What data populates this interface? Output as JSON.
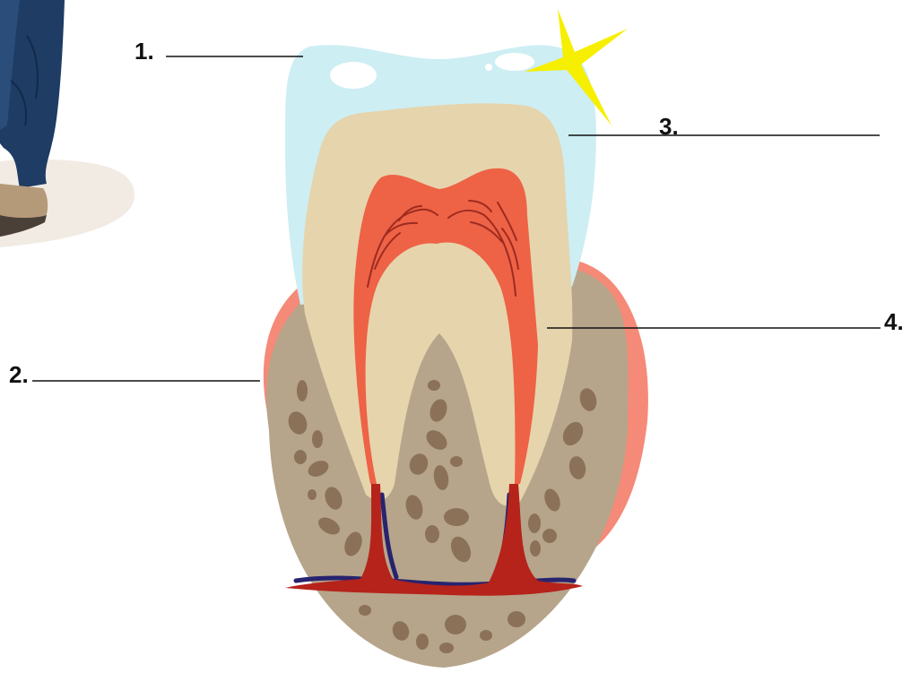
{
  "labels": [
    {
      "id": "1",
      "text": "1."
    },
    {
      "id": "2",
      "text": "2."
    },
    {
      "id": "3",
      "text": "3."
    },
    {
      "id": "4",
      "text": "4."
    }
  ],
  "colors": {
    "enamel": "#cdeef3",
    "dentin": "#e6d4ac",
    "pulp": "#ee6246",
    "gum": "#f58a78",
    "bone": "#b6a58a",
    "bone_spots": "#8a7157",
    "artery": "#b5231b",
    "vein": "#27236e",
    "sparkle": "#f6ef00",
    "leader_line": "#111111"
  },
  "icons": {
    "sparkle": "sparkle-icon",
    "figure": "person-legs-icon"
  }
}
